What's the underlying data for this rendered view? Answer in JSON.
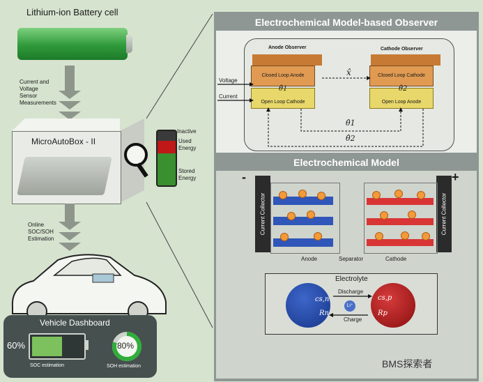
{
  "left": {
    "cell_title": "Lithium-ion Battery cell",
    "sensor_label": [
      "Current and",
      "Voltage",
      "Sensor",
      "Measurements"
    ],
    "box_title": "MicroAutoBox - II",
    "online_label": [
      "Online",
      "SOC/SOH",
      "Estimation"
    ],
    "battery_legend": {
      "inactive": "Inactive",
      "used": [
        "Used",
        "Energy"
      ],
      "stored": [
        "Stored",
        "Energy"
      ]
    },
    "dashboard": {
      "title": "Vehicle Dashboard",
      "soc_value": "60%",
      "soc_label": "SOC estimation",
      "soh_value": "80%",
      "soh_label": "SOH estimation",
      "soc_fraction": 0.6,
      "soh_fraction": 0.8
    }
  },
  "observer": {
    "title": "Electrochemical Model-based Observer",
    "anode_observer": "Anode Observer",
    "cathode_observer": "Cathode Observer",
    "closed_loop_anode": "Closed Loop Anode",
    "open_loop_cathode": "Open Loop Cathode",
    "closed_loop_cathode": "Closed Loop Cathode",
    "open_loop_anode": "Open Loop Anode",
    "voltage": "Voltage",
    "current": "Current",
    "x_hat": "x̂",
    "theta1_hat": "θ̂1",
    "theta2_hat": "θ̂2",
    "theta1_hat_bottom": "θ̂1",
    "theta2_hat_bottom": "θ̂2"
  },
  "model": {
    "title": "Electrochemical Model",
    "minus": "-",
    "plus": "+",
    "current_collector": "Current Collector",
    "anode": "Anode",
    "separator": "Separator",
    "cathode": "Cathode",
    "electrolyte": "Electrolyte",
    "discharge": "Discharge",
    "charge": "Charge",
    "li_ion": "Li⁺",
    "csn": "cs,n",
    "rn": "Rn",
    "csp": "cs,p",
    "rp": "Rp"
  },
  "watermark": "BMS探索者",
  "colors": {
    "background": "#d6e3cf",
    "panel": "#8f9794",
    "anode_blue": "#2f56b8",
    "cathode_red": "#d93535",
    "closed_loop_orange": "#e09a52",
    "open_loop_yellow": "#e8d76a",
    "soc_green": "#7cc15d",
    "soh_green": "#2fae3a"
  }
}
